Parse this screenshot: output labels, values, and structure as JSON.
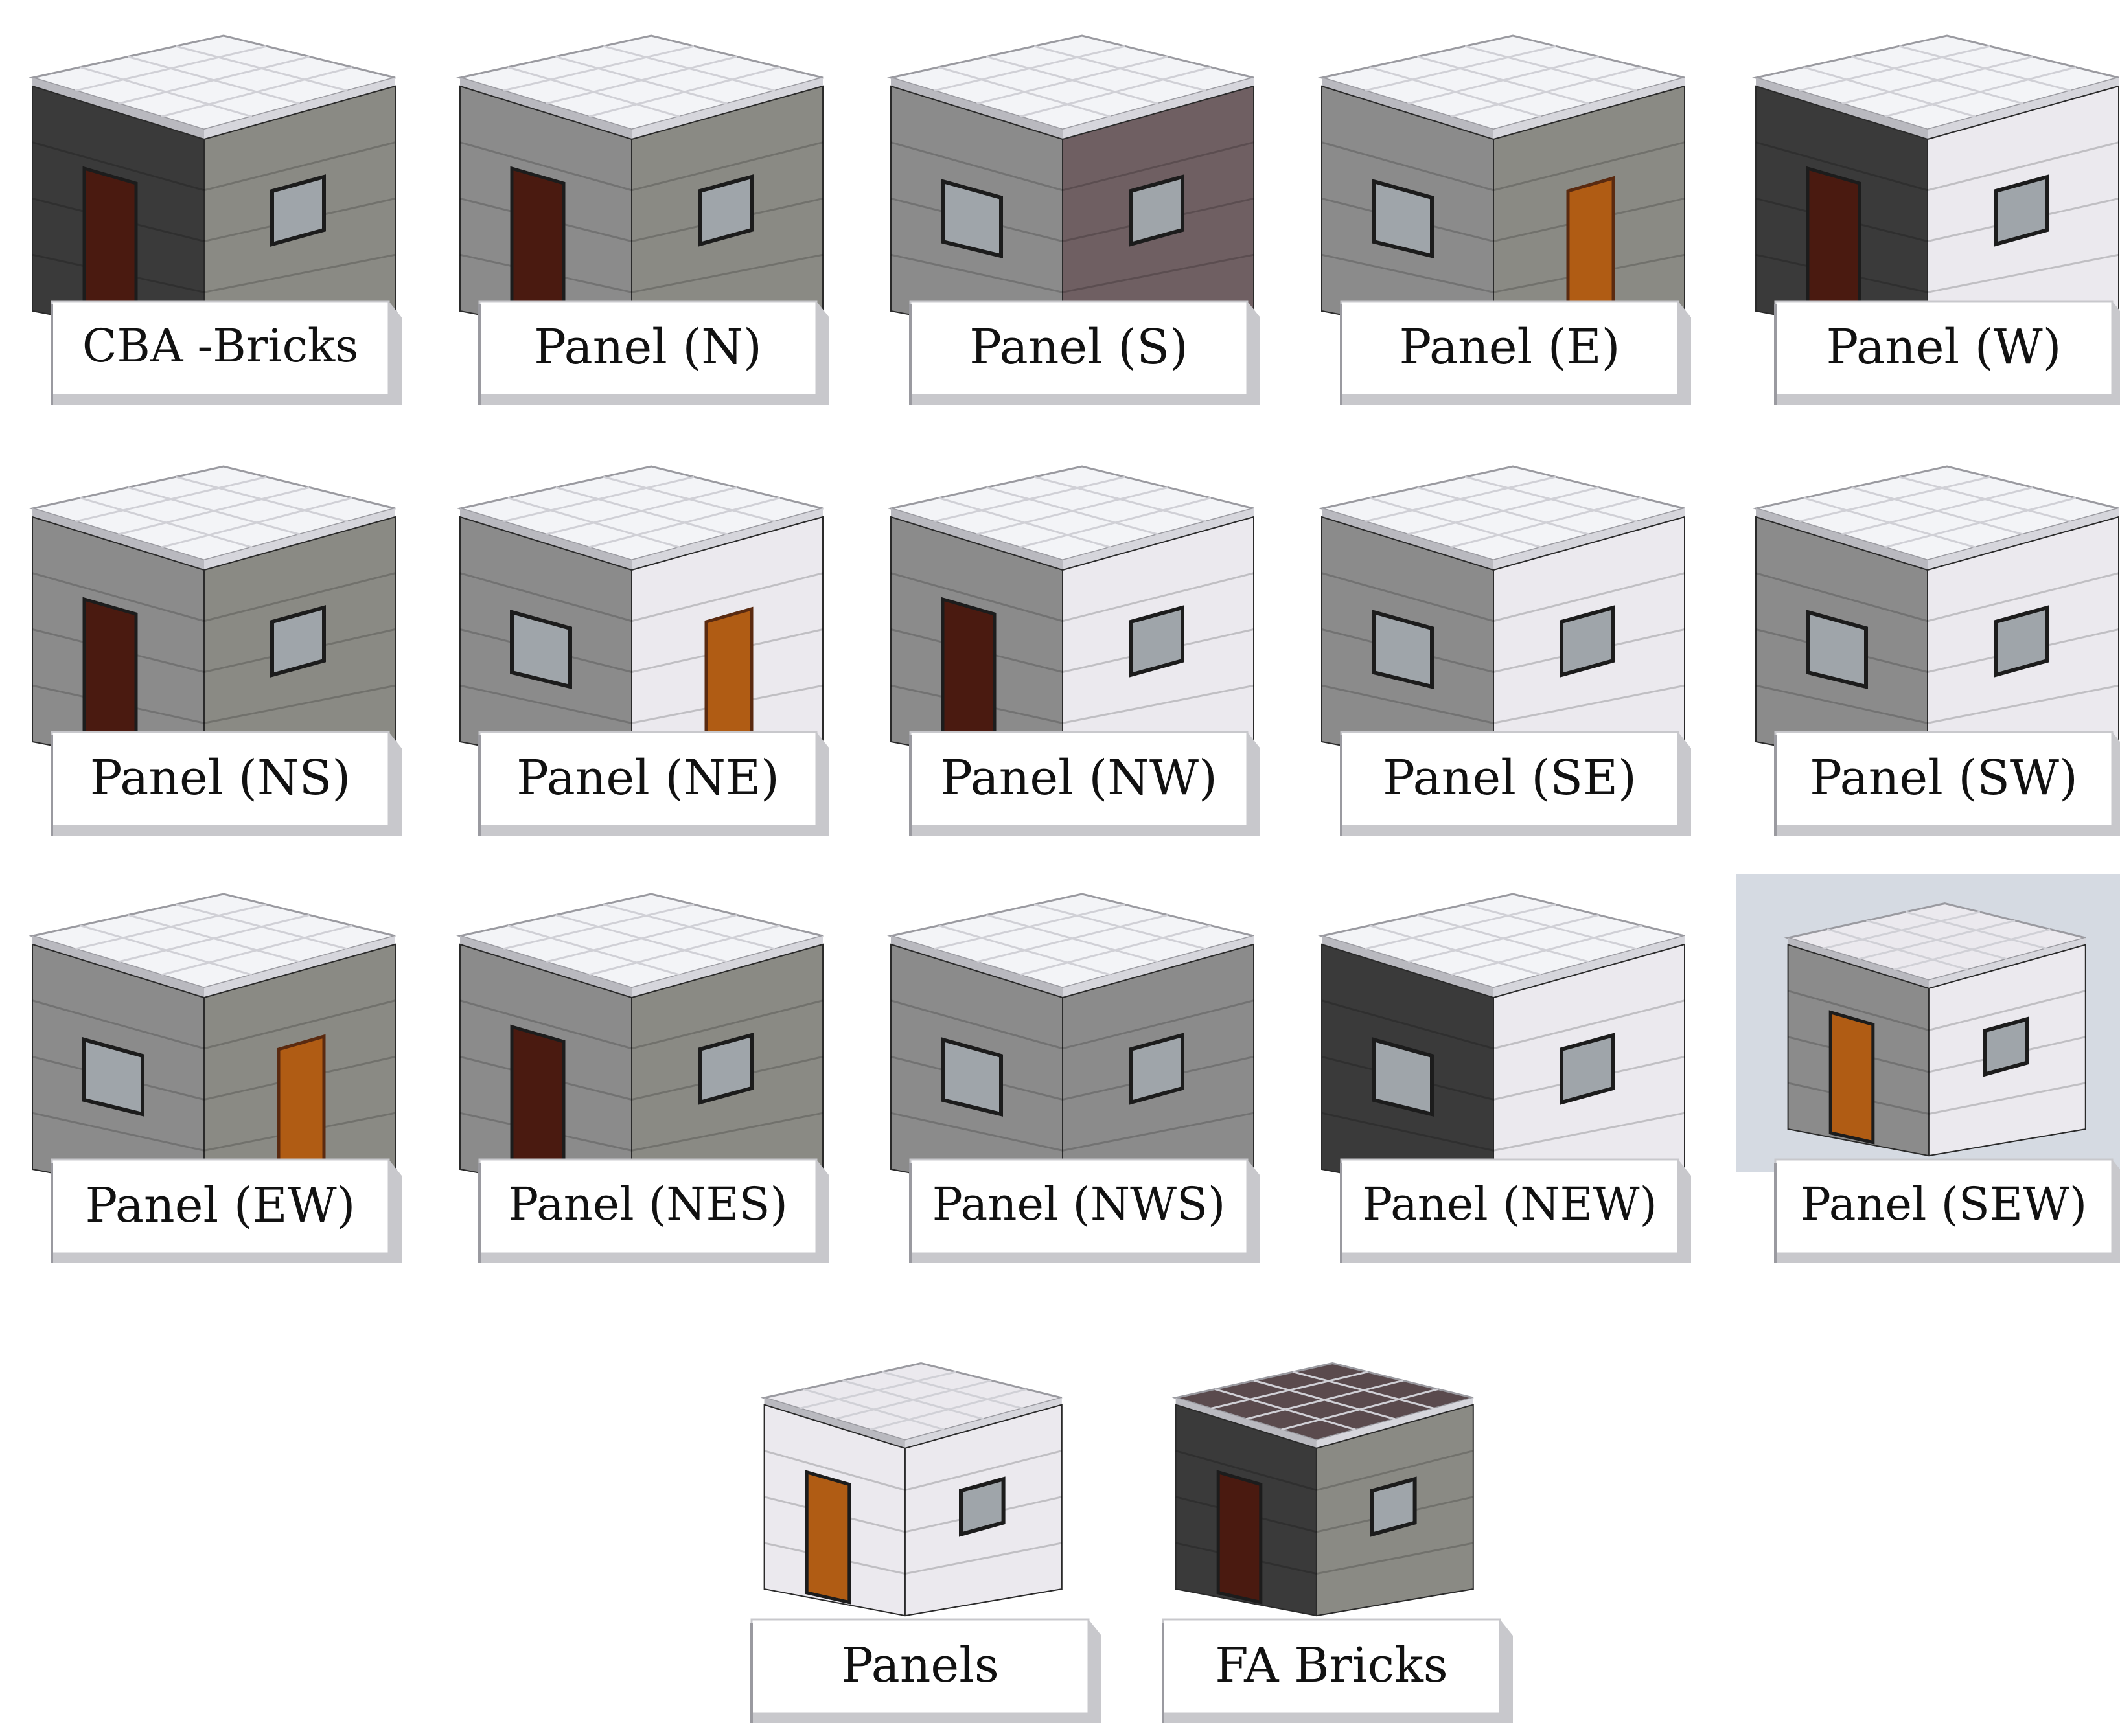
{
  "colors": {
    "roof": "#f3f4f7",
    "roof_dark": "#5a4a4d",
    "block_light": "#8b8b8b",
    "block_dark": "#3a3a3a",
    "bricks": "#8a8a84",
    "panel": "#ebe9ee",
    "stone_brown": "#6f5f62",
    "door": "#b05c14",
    "door_dark": "#4a1a10",
    "window_glass": "#9fa5aa",
    "frame_dark": "#1c1c1c",
    "label_shadow": "#c8c8cc",
    "highlight_bg": "#d5dae2"
  },
  "houses": [
    {
      "label": "CBA -Bricks",
      "left_wall": "block_dark",
      "right_wall": "bricks",
      "roof": "roof",
      "door": "left",
      "door_color": "door_dark"
    },
    {
      "label": "Panel (N)",
      "left_wall": "block_light",
      "right_wall": "bricks",
      "roof": "roof",
      "door": "left",
      "door_color": "door_dark"
    },
    {
      "label": "Panel (S)",
      "left_wall": "block_light",
      "right_wall": "stone_brown",
      "roof": "roof",
      "door": "none",
      "door_color": "door_dark"
    },
    {
      "label": "Panel (E)",
      "left_wall": "block_light",
      "right_wall": "bricks",
      "roof": "roof",
      "door": "right",
      "door_color": "door"
    },
    {
      "label": "Panel (W)",
      "left_wall": "block_dark",
      "right_wall": "panel",
      "roof": "roof",
      "door": "left",
      "door_color": "door_dark"
    },
    {
      "label": "Panel (NS)",
      "left_wall": "block_light",
      "right_wall": "bricks",
      "roof": "roof",
      "door": "left",
      "door_color": "door_dark"
    },
    {
      "label": "Panel (NE)",
      "left_wall": "block_light",
      "right_wall": "panel",
      "roof": "roof",
      "door": "right",
      "door_color": "door"
    },
    {
      "label": "Panel (NW)",
      "left_wall": "block_light",
      "right_wall": "panel",
      "roof": "roof",
      "door": "left",
      "door_color": "door_dark"
    },
    {
      "label": "Panel (SE)",
      "left_wall": "block_light",
      "right_wall": "panel",
      "roof": "roof",
      "door": "none",
      "door_color": "door"
    },
    {
      "label": "Panel (SW)",
      "left_wall": "block_light",
      "right_wall": "panel",
      "roof": "roof",
      "door": "none",
      "door_color": "door"
    },
    {
      "label": "Panel (EW)",
      "left_wall": "block_light",
      "right_wall": "bricks",
      "roof": "roof",
      "door": "right",
      "door_color": "door"
    },
    {
      "label": "Panel (NES)",
      "left_wall": "block_light",
      "right_wall": "bricks",
      "roof": "roof",
      "door": "left",
      "door_color": "door_dark"
    },
    {
      "label": "Panel (NWS)",
      "left_wall": "block_light",
      "right_wall": "block_light",
      "roof": "roof",
      "door": "none",
      "door_color": "door"
    },
    {
      "label": "Panel (NEW)",
      "left_wall": "block_dark",
      "right_wall": "panel",
      "roof": "roof",
      "door": "none",
      "door_color": "door"
    },
    {
      "label": "Panel (SEW)",
      "left_wall": "block_light",
      "right_wall": "panel",
      "roof": "panel",
      "door": "left",
      "door_color": "door",
      "highlight": true,
      "small": true
    },
    {
      "label": "Panels",
      "left_wall": "panel",
      "right_wall": "panel",
      "roof": "panel",
      "door": "left",
      "door_color": "door",
      "small": true
    },
    {
      "label": "FA Bricks",
      "left_wall": "block_dark",
      "right_wall": "bricks",
      "roof": "roof_dark",
      "door": "left",
      "door_color": "door_dark",
      "small": true
    }
  ]
}
